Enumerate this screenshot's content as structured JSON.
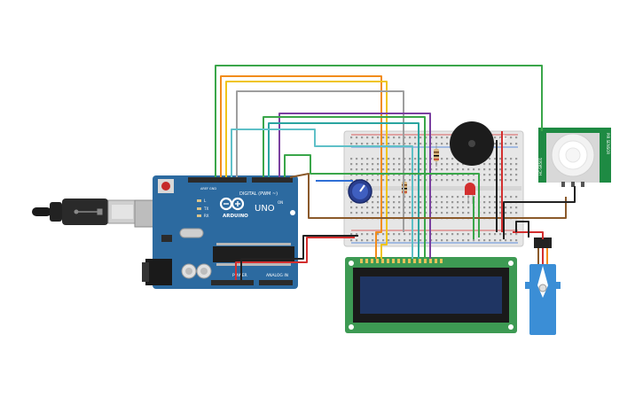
{
  "arduino": {
    "logo_text": "ARDUINO",
    "model": "UNO",
    "digital_label": "DIGITAL (PWM ~)",
    "tx_label": "TX",
    "rx_label": "RX",
    "l_label": "L",
    "power_label": "POWER",
    "analog_label": "ANALOG IN",
    "aref_label": "AREF",
    "gnd_label": "GND",
    "on_label": "ON"
  },
  "pir": {
    "label_top": "PIR SENSOR",
    "label_side": "HC-SR501"
  },
  "colors": {
    "arduino_board": "#2c6aa0",
    "breadboard": "#e6e6e6",
    "lcd_board": "#3d9a53",
    "lcd_screen": "#1f3563",
    "pir_board": "#1e8a43",
    "servo_body": "#3b8ed6",
    "wire_green": "#3aa64a",
    "wire_orange": "#f28c1c",
    "wire_yellow": "#f0c419",
    "wire_gray": "#9e9e9e",
    "wire_purple": "#7a3fa0",
    "wire_teal": "#2aa5a0",
    "wire_brown": "#8b5a2b",
    "wire_red": "#d32f2f",
    "wire_black": "#222222",
    "wire_blue": "#2f6fd6"
  }
}
